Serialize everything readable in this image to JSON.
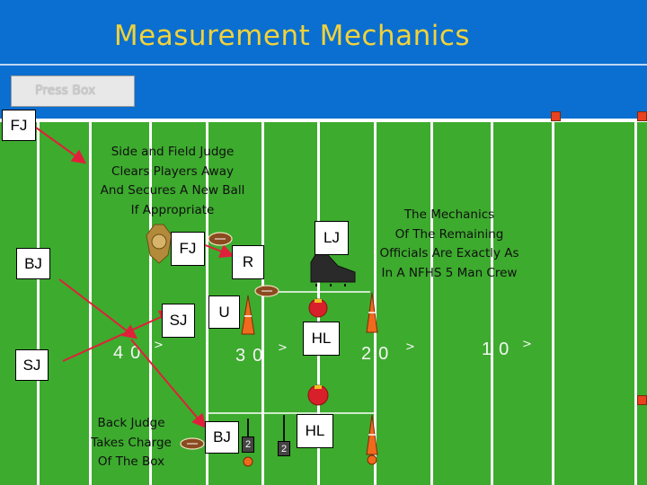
{
  "slide": {
    "title": "Measurement Mechanics",
    "press_box_label": "Press Box"
  },
  "officials": {
    "fj_top_left": "FJ",
    "bj_left": "BJ",
    "sj_left": "SJ",
    "fj_center": "FJ",
    "r": "R",
    "lj": "LJ",
    "sj_center": "SJ",
    "u": "U",
    "hl_upper": "HL",
    "bj_bottom": "BJ",
    "hl_lower": "HL"
  },
  "notes": {
    "side_field_judge": [
      "Side and Field Judge",
      "Clears Players Away",
      "And Secures A New Ball",
      "If Appropriate"
    ],
    "mechanics_remaining": [
      "The Mechanics",
      "Of The Remaining",
      "Officials Are Exactly As",
      "In A NFHS 5 Man Crew"
    ],
    "back_judge": [
      "Back Judge",
      "Takes Charge",
      "Of The Box"
    ]
  },
  "yard_numbers": {
    "forty": "40",
    "thirty": "30",
    "twenty": "20",
    "ten": "10",
    "arrow": ">"
  },
  "chain_markers": {
    "down_box_1": "2",
    "down_box_2": "2"
  },
  "colors": {
    "background": "#0a6fd0",
    "field": "#3dab2e",
    "title": "#f2d23a",
    "arrows": "#e0203a",
    "flag": "#e8421f",
    "pylon": "#ef6a1c"
  },
  "icons": [
    "badge-icon",
    "football-icon",
    "cleat-shoe-icon",
    "pylon-icon",
    "penalty-flag-icon",
    "whistle-icon"
  ]
}
